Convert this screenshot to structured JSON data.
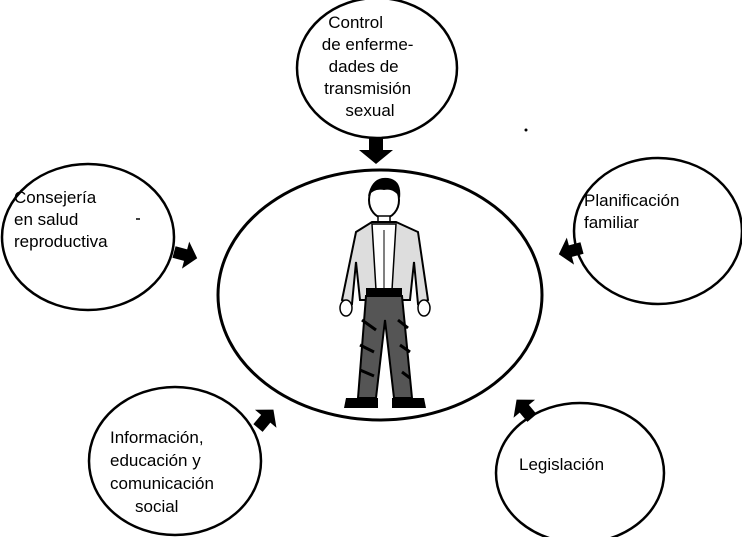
{
  "diagram": {
    "center": {
      "figure_icon": "standing-man-figure"
    },
    "nodes": [
      {
        "id": "control",
        "lines": [
          "Control",
          "de enferme-",
          "dades de",
          "transmisión",
          "sexual"
        ]
      },
      {
        "id": "consejeria",
        "lines": [
          "Consejería",
          "en salud",
          "reproductiva"
        ]
      },
      {
        "id": "planificacion",
        "lines": [
          "Planificación",
          "familiar"
        ]
      },
      {
        "id": "informacion",
        "lines": [
          "Información,",
          "educación y",
          "comunicación",
          "social"
        ]
      },
      {
        "id": "legislacion",
        "lines": [
          "Legislación"
        ]
      }
    ],
    "arrow_icon": "arrow-icon"
  }
}
